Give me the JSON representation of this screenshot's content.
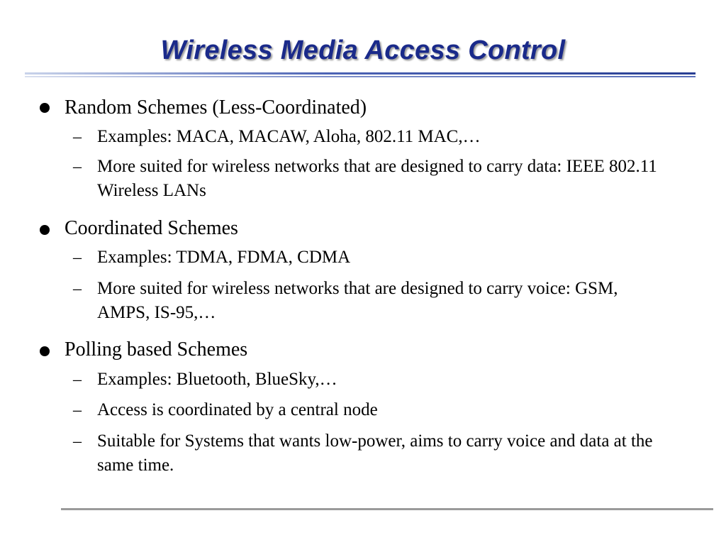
{
  "slide": {
    "title": "Wireless Media Access Control",
    "sections": [
      {
        "heading": "Random Schemes (Less-Coordinated)",
        "items": [
          "Examples: MACA, MACAW, Aloha, 802.11 MAC,…",
          "More suited for wireless networks that are designed to carry data: IEEE 802.11 Wireless LANs"
        ]
      },
      {
        "heading": "Coordinated Schemes",
        "items": [
          "Examples: TDMA, FDMA, CDMA",
          "More suited for wireless networks that are designed to carry voice: GSM, AMPS, IS-95,…"
        ]
      },
      {
        "heading": "Polling based Schemes",
        "items": [
          "Examples: Bluetooth, BlueSky,…",
          "Access is coordinated by a central node",
          "Suitable for Systems that wants low-power, aims to carry voice and data at the same time."
        ]
      }
    ],
    "dash_glyph": "–"
  }
}
